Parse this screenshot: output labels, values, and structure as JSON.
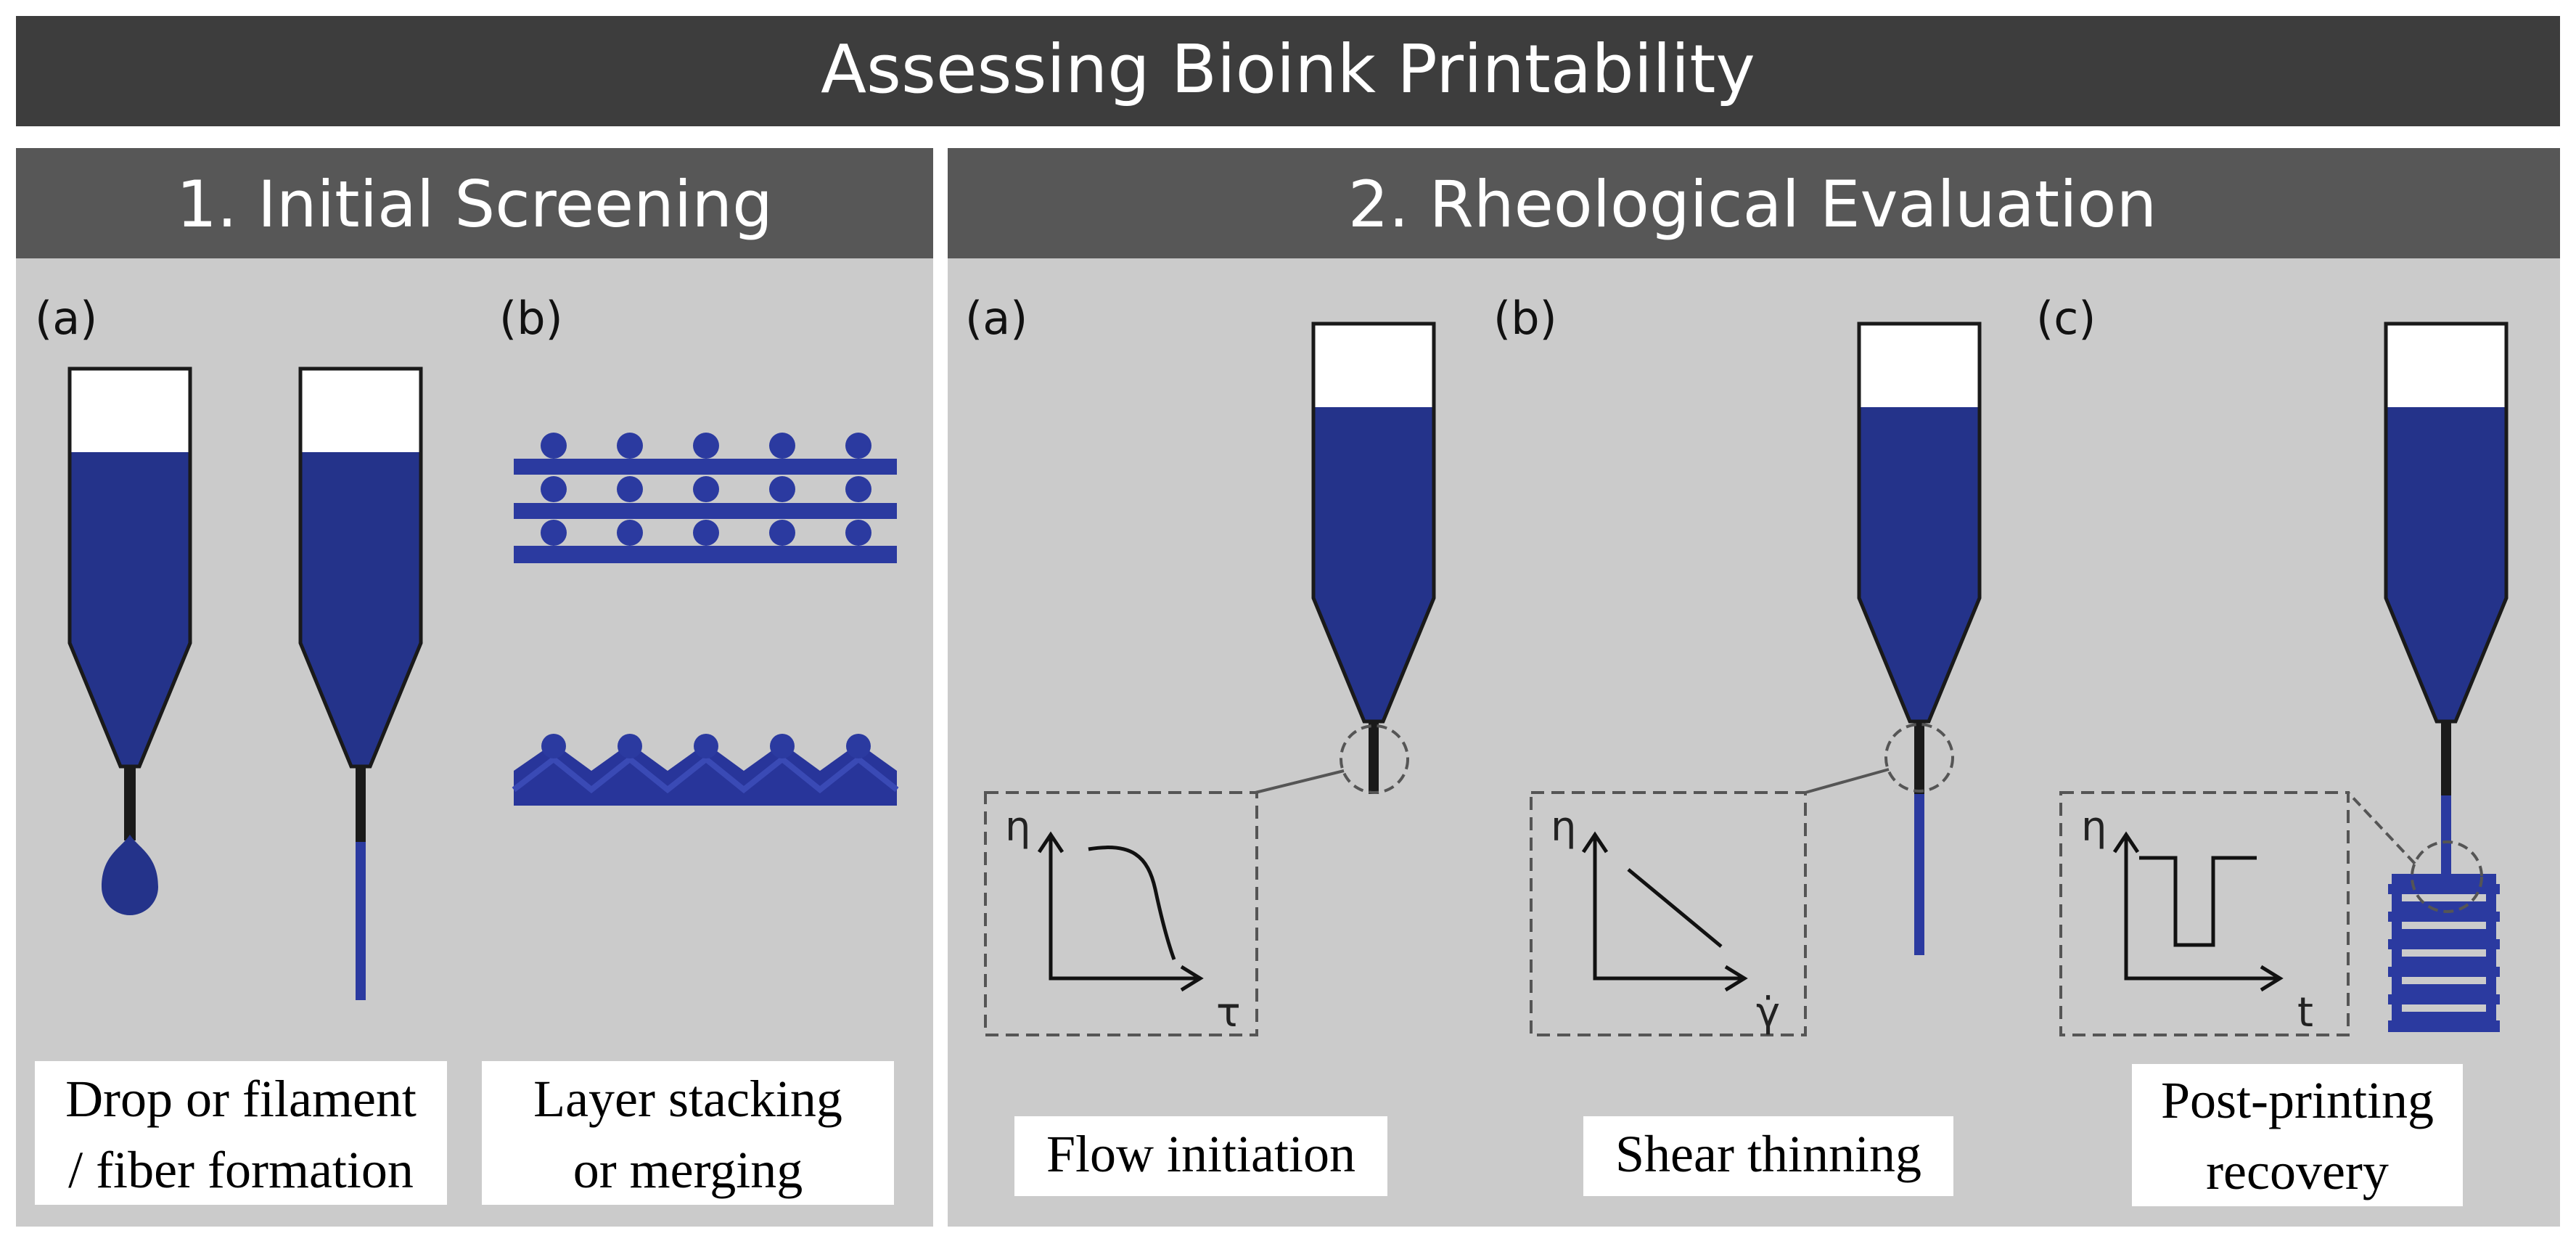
{
  "title": "Assessing Bioink Printability",
  "colors": {
    "header_bg": "#3d3d3d",
    "section_header_bg": "#575757",
    "panel_bg": "#cbcbcb",
    "bioink": "#24338a",
    "scaffold": "#2b3aa0"
  },
  "sections": [
    {
      "heading": "1. Initial Screening",
      "panels": [
        {
          "tag": "(a)",
          "caption_lines": [
            "Drop or filament",
            "/ fiber formation"
          ]
        },
        {
          "tag": "(b)",
          "caption_lines": [
            "Layer stacking",
            "or merging"
          ]
        }
      ]
    },
    {
      "heading": "2. Rheological Evaluation",
      "panels": [
        {
          "tag": "(a)",
          "caption_lines": [
            "Flow initiation"
          ],
          "y_axis": "η",
          "x_axis": "τ"
        },
        {
          "tag": "(b)",
          "caption_lines": [
            "Shear thinning"
          ],
          "y_axis": "η",
          "x_axis": "γ̇"
        },
        {
          "tag": "(c)",
          "caption_lines": [
            "Post-printing",
            "recovery"
          ],
          "y_axis": "η",
          "x_axis": "t"
        }
      ]
    }
  ]
}
